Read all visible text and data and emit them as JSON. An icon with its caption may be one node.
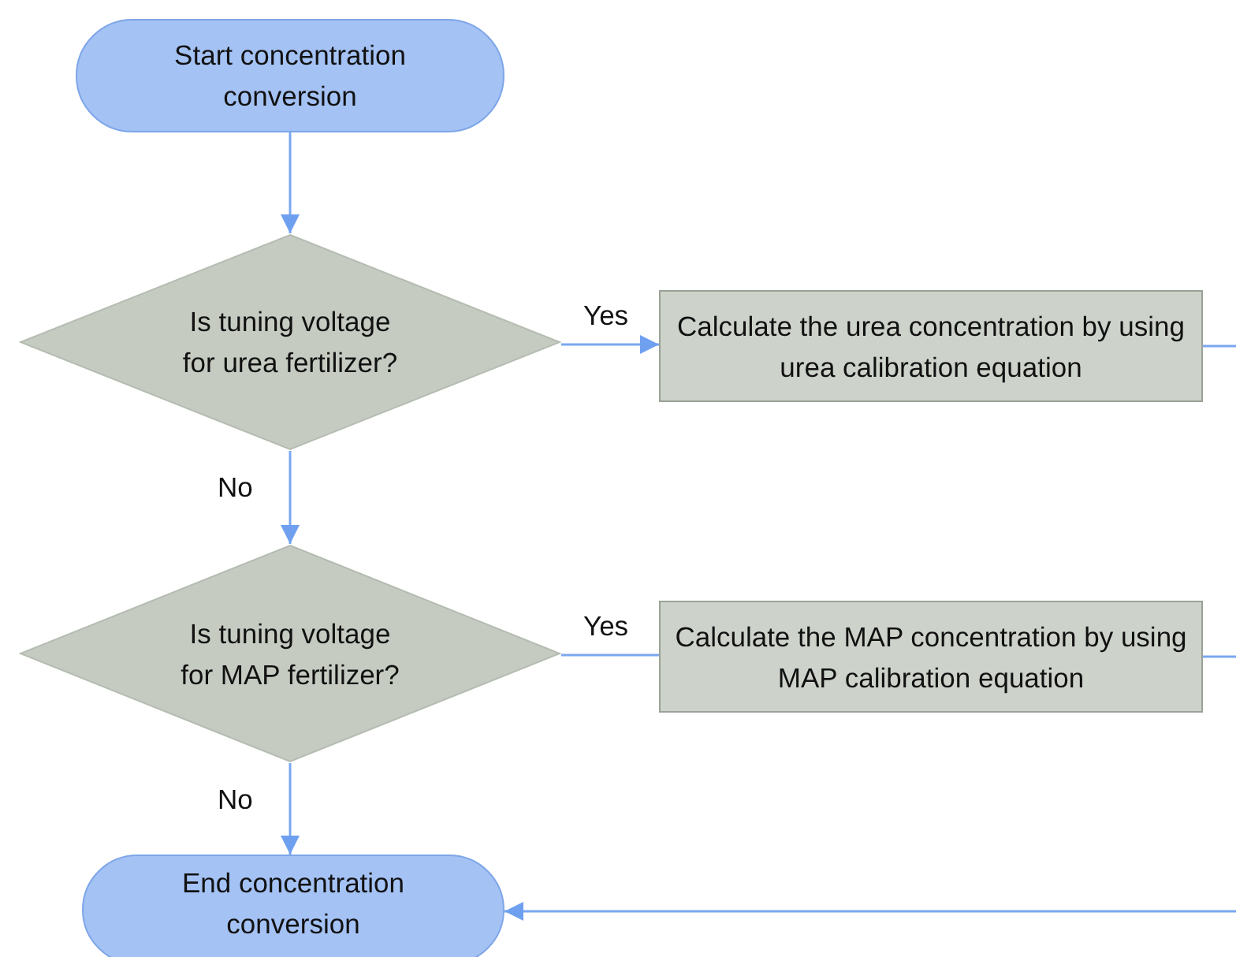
{
  "diagram": {
    "nodes": [
      {
        "text": [
          "Start concentration conversion"
        ]
      },
      {
        "text": [
          "Is tuning voltage for urea fertilizer?"
        ]
      },
      {
        "text": [
          "Calculate the urea concentration by using urea calibration equation"
        ]
      },
      {
        "text": [
          "Is tuning voltage for MAP fertilizer?"
        ]
      },
      {
        "text": [
          "Calculate the MAP concentration by using MAP calibration equation"
        ]
      },
      {
        "text": [
          "End concentration conversion"
        ]
      }
    ],
    "edges": [
      {
        "from": 0,
        "to": 1,
        "arrow": "to"
      },
      {
        "from": 1,
        "to": 2,
        "arrow": "to",
        "label": "Yes"
      },
      {
        "from": 1,
        "to": 3,
        "arrow": "to",
        "label": "No"
      },
      {
        "from": 3,
        "to": 4,
        "arrow": "none",
        "label": "Yes"
      },
      {
        "from": 3,
        "to": 5,
        "arrow": "to",
        "label": "No"
      },
      {
        "from": 2,
        "to": null,
        "arrow": "none"
      },
      {
        "from": 4,
        "to": null,
        "arrow": "none"
      },
      {
        "from": null,
        "to": 5,
        "arrow": "to"
      }
    ]
  }
}
